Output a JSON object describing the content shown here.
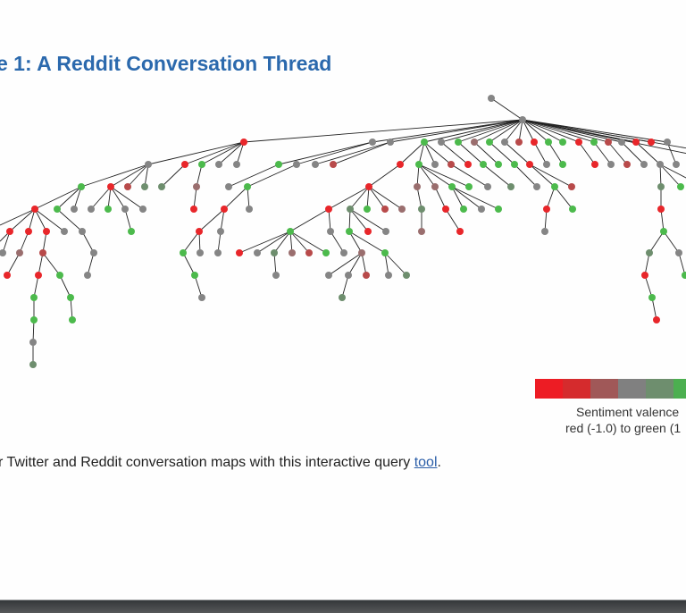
{
  "figure": {
    "title": "e 1: A Reddit Conversation Thread"
  },
  "legend": {
    "colors": [
      "#ed1c24",
      "#d52b2d",
      "#a05858",
      "#808080",
      "#6e8e6e",
      "#4caf50"
    ],
    "label_line1": "Sentiment valence",
    "label_line2": "red (-1.0) to green (1"
  },
  "caption": {
    "text_before": "r Twitter and Reddit conversation maps with this interactive query ",
    "link": "tool",
    "text_after": "."
  },
  "sentiment_colors": {
    "R": "#e8262a",
    "r": "#b84a4a",
    "m": "#9a6e6e",
    "g": "#858585",
    "s": "#6e8e6e",
    "G": "#4cba4c"
  }
}
